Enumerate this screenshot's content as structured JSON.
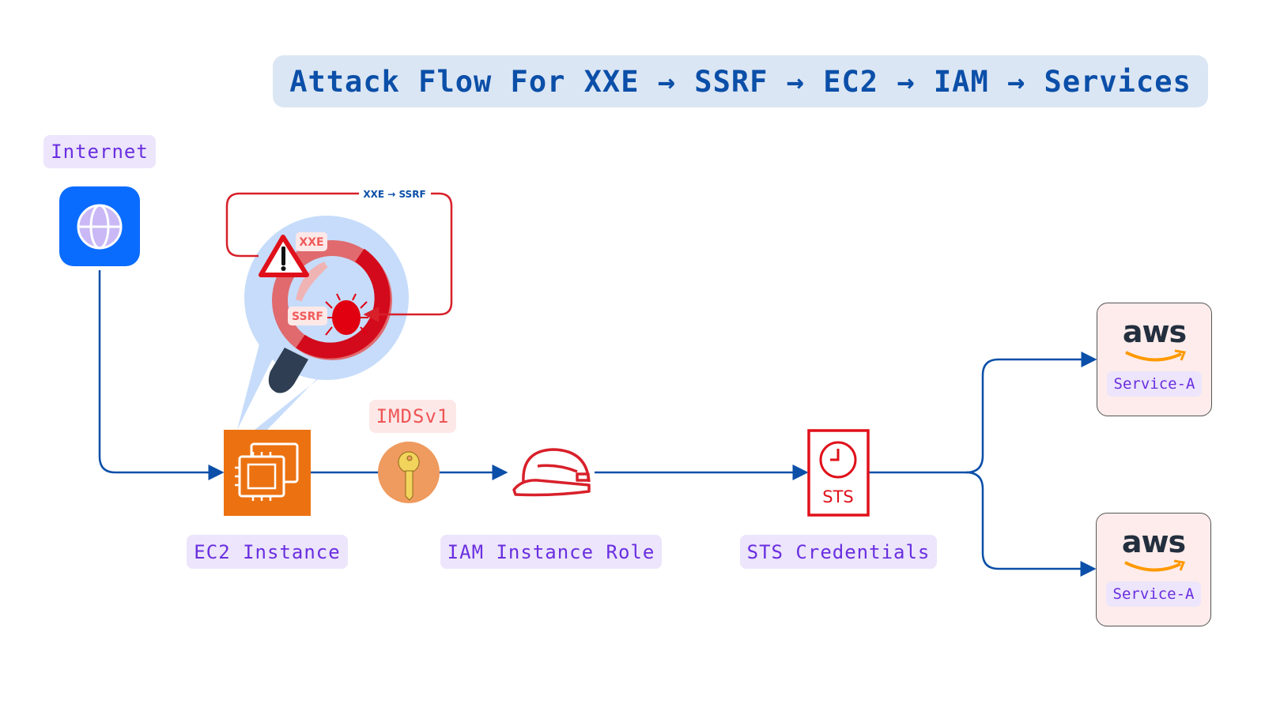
{
  "title": "Attack Flow For XXE → SSRF → EC2 → IAM → Services",
  "nodes": {
    "internet": {
      "label": "Internet",
      "icon": "globe-icon"
    },
    "ec2": {
      "label": "EC2 Instance",
      "icon": "ec2-chip-icon"
    },
    "imds": {
      "label": "IMDSv1",
      "icon": "key-icon"
    },
    "iam": {
      "label": "IAM Instance Role",
      "icon": "hard-hat-icon"
    },
    "sts": {
      "label": "STS Credentials",
      "icon_text": "STS"
    },
    "services": [
      {
        "logo": "aws",
        "label": "Service-A"
      },
      {
        "logo": "aws",
        "label": "Service-A"
      }
    ]
  },
  "attack": {
    "loop_label": "XXE → SSRF",
    "badge_xxe": "XXE",
    "badge_ssrf": "SSRF"
  },
  "colors": {
    "flow_line": "#0b4fa8",
    "attack_red": "#e0101a",
    "label_bg": "#ece5fb",
    "label_text": "#6a2ee0",
    "ec2_orange": "#ec7211"
  }
}
